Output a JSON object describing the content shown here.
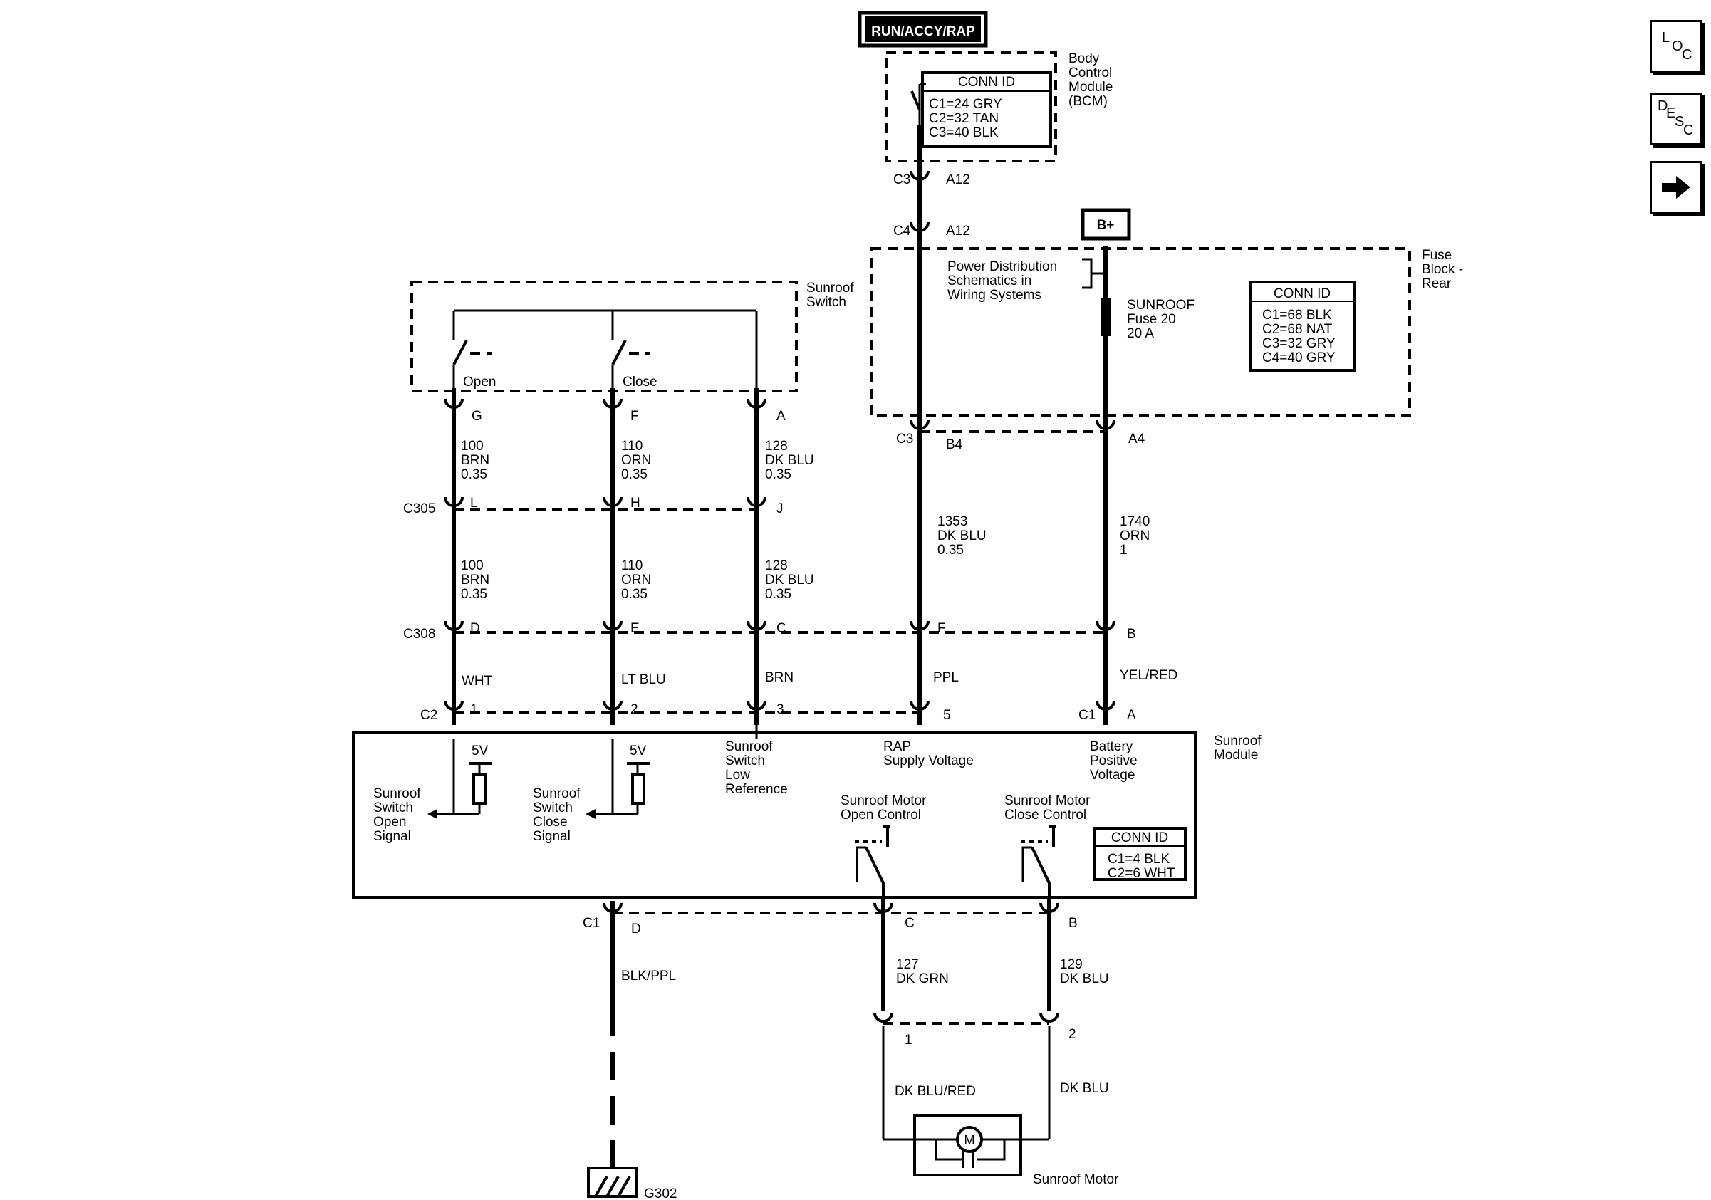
{
  "power_sources": {
    "run_accy_rap": "RUN/ACCY/RAP",
    "b_plus": "B+"
  },
  "bcm": {
    "title_lines": [
      "Body",
      "Control",
      "Module",
      "(BCM)"
    ],
    "conn_id": {
      "header": "CONN ID",
      "lines": [
        "C1=24 GRY",
        "C2=32 TAN",
        "C3=40 BLK"
      ]
    },
    "pin_connector": "C3",
    "pin": "A12"
  },
  "connector_c4": {
    "connector": "C4",
    "pin": "A12"
  },
  "fuse_block": {
    "title_lines": [
      "Fuse",
      "Block -",
      "Rear"
    ],
    "pds_note_lines": [
      "Power Distribution",
      "Schematics in",
      "Wiring Systems"
    ],
    "fuse_label_lines": [
      "SUNROOF",
      "Fuse 20",
      "20 A"
    ],
    "conn_id": {
      "header": "CONN ID",
      "lines": [
        "C1=68 BLK",
        "C2=68 NAT",
        "C3=32 GRY",
        "C4=40 GRY"
      ]
    },
    "out_connector": "C3",
    "out_pin_left": "B4",
    "out_pin_right": "A4"
  },
  "sunroof_switch": {
    "title_lines": [
      "Sunroof",
      "Switch"
    ],
    "open_label": "Open",
    "close_label": "Close",
    "pins": [
      "G",
      "F",
      "A"
    ]
  },
  "wires_upper": [
    {
      "circuit": "100",
      "color": "BRN",
      "gauge": "0.35"
    },
    {
      "circuit": "110",
      "color": "ORN",
      "gauge": "0.35"
    },
    {
      "circuit": "128",
      "color": "DK BLU",
      "gauge": "0.35"
    }
  ],
  "c305": {
    "name": "C305",
    "pins": [
      "L",
      "H",
      "J"
    ]
  },
  "wires_mid": [
    {
      "circuit": "100",
      "color": "BRN",
      "gauge": "0.35"
    },
    {
      "circuit": "110",
      "color": "ORN",
      "gauge": "0.35"
    },
    {
      "circuit": "128",
      "color": "DK BLU",
      "gauge": "0.35"
    }
  ],
  "wire_rap": {
    "circuit": "1353",
    "color": "DK BLU",
    "gauge": "0.35"
  },
  "wire_batt": {
    "circuit": "1740",
    "color": "ORN",
    "gauge": "1"
  },
  "c308": {
    "name": "C308",
    "pins": [
      "D",
      "E",
      "C",
      "F",
      "B"
    ]
  },
  "wires_lower": [
    "WHT",
    "LT BLU",
    "BRN",
    "PPL",
    "YEL/RED"
  ],
  "module_connectors": {
    "c2": "C2",
    "c2_pins": [
      "1",
      "2",
      "3",
      "5"
    ],
    "c1": "C1",
    "c1_pin": "A"
  },
  "sunroof_module": {
    "title_lines": [
      "Sunroof",
      "Module"
    ],
    "five_v": "5V",
    "open_signal_lines": [
      "Sunroof",
      "Switch",
      "Open",
      "Signal"
    ],
    "close_signal_lines": [
      "Sunroof",
      "Switch",
      "Close",
      "Signal"
    ],
    "low_ref_lines": [
      "Sunroof",
      "Switch",
      "Low",
      "Reference"
    ],
    "rap_lines": [
      "RAP",
      "Supply Voltage"
    ],
    "batt_lines": [
      "Battery",
      "Positive",
      "Voltage"
    ],
    "motor_open_lines": [
      "Sunroof Motor",
      "Open Control"
    ],
    "motor_close_lines": [
      "Sunroof Motor",
      "Close Control"
    ],
    "conn_id": {
      "header": "CONN ID",
      "lines": [
        "C1=4 BLK",
        "C2=6 WHT"
      ]
    }
  },
  "module_bottom": {
    "connector": "C1",
    "pins": [
      "D",
      "C",
      "B"
    ]
  },
  "wire_ground": {
    "color": "BLK/PPL"
  },
  "wire_open_ctrl": {
    "circuit": "127",
    "color": "DK GRN"
  },
  "wire_close_ctrl": {
    "circuit": "129",
    "color": "DK BLU"
  },
  "motor_connector": {
    "pins": [
      "1",
      "2"
    ]
  },
  "motor_leads": {
    "left": "DK BLU/RED",
    "right": "DK BLU"
  },
  "motor": {
    "label": "Sunroof Motor",
    "symbol": "M"
  },
  "ground": {
    "label": "G302"
  },
  "nav": {
    "loc": [
      "L",
      "O",
      "C"
    ],
    "desc": [
      "D",
      "E",
      "S",
      "C"
    ],
    "next_icon": "arrow-right-icon"
  }
}
